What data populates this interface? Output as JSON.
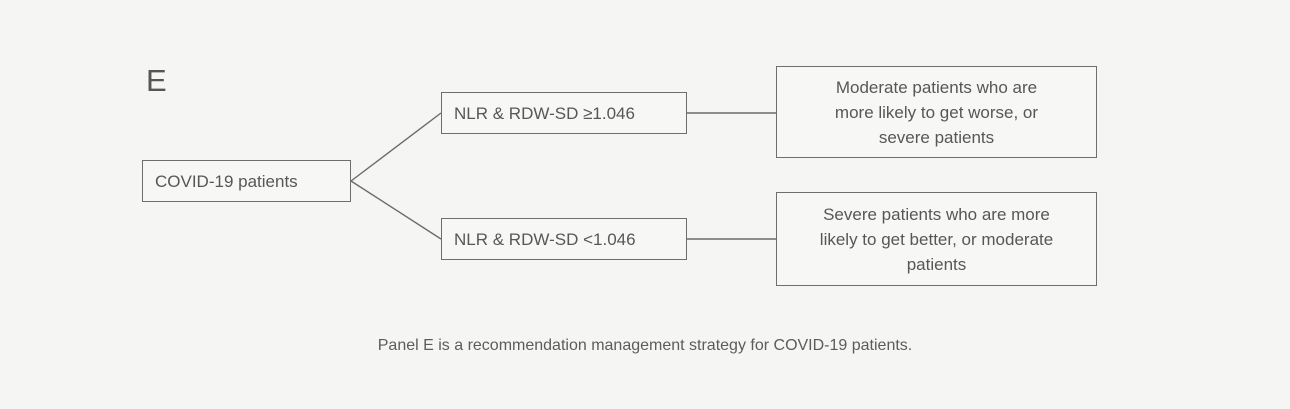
{
  "figure": {
    "panel_letter": "E",
    "caption": "Panel E is a recommendation management strategy for COVID-19 patients.",
    "colors": {
      "background": "#f5f5f4",
      "box_border": "#6e6e6e",
      "box_fill": "#f7f7f6",
      "text": "#575757",
      "connector": "#6b6b6b"
    },
    "nodes": {
      "root": "COVID-19 patients",
      "branch_high": "NLR & RDW-SD ≥1.046",
      "branch_low": "NLR & RDW-SD <1.046",
      "outcome_high": "Moderate patients who are\nmore likely to get worse, or\nsevere patients",
      "outcome_low": "Severe patients who are more\nlikely to get better, or moderate\npatients"
    }
  }
}
